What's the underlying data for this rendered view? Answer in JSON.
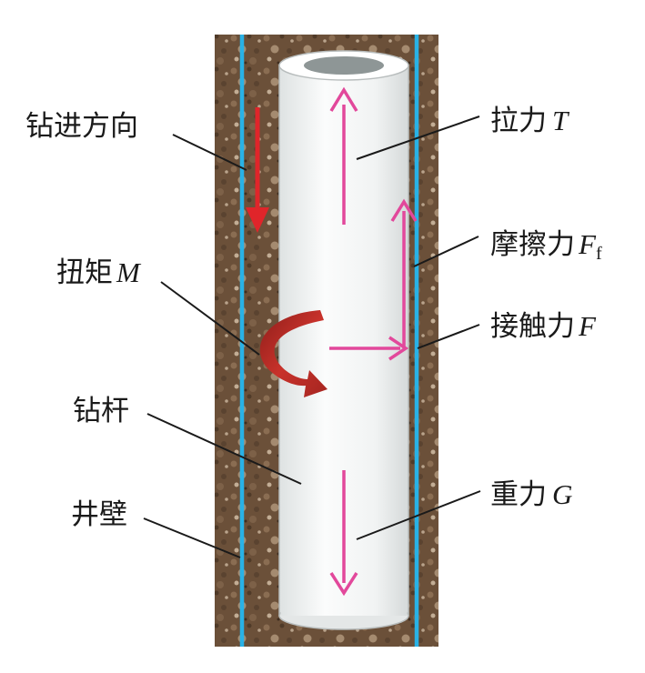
{
  "labels": {
    "drilling_direction": "钻进方向",
    "tension": {
      "text": "拉力",
      "symbol": "T"
    },
    "friction": {
      "text": "摩擦力",
      "symbol": "F",
      "subscript": "f"
    },
    "torque": {
      "text": "扭矩",
      "symbol": "M"
    },
    "contact_force": {
      "text": "接触力",
      "symbol": "F"
    },
    "drill_pipe": "钻杆",
    "gravity": {
      "text": "重力",
      "symbol": "G"
    },
    "borehole_wall": "井壁"
  },
  "colors": {
    "soil": "#6b5039",
    "wall_line": "#29b2e6",
    "pipe_body": "#f2f4f4",
    "pipe_bore": "#8e9696",
    "force_arrow": "#e2489b",
    "direction_arrow": "#e0252a",
    "torque_arrow": "#b02a25",
    "leader_line": "#1a1a1a"
  },
  "icons": {
    "direction": "red-down-arrow",
    "torque": "curved-arrow",
    "forces": "magenta-straight-arrows"
  }
}
